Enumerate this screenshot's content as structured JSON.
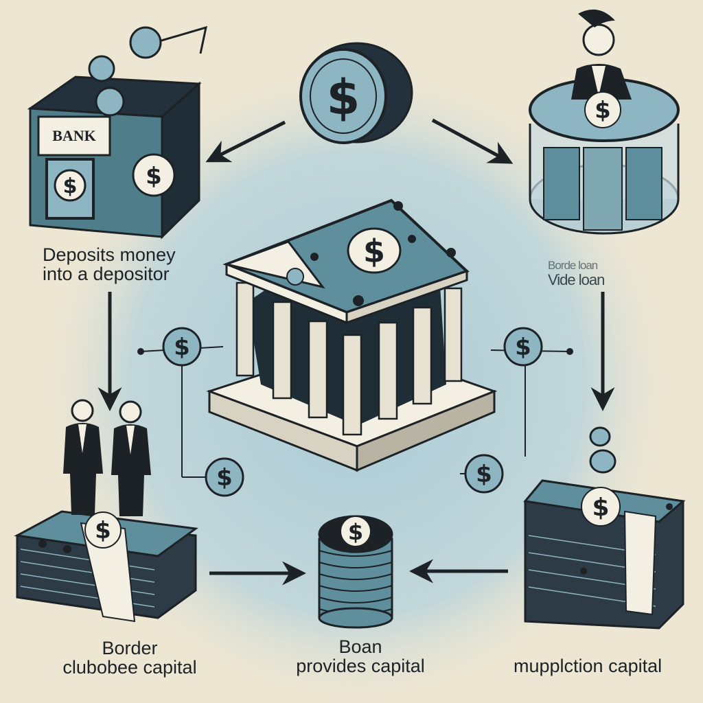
{
  "colors": {
    "background": "#ede6d3",
    "glow": "#a9cbd7",
    "ink": "#1c2226",
    "teal": "#5f8f9c",
    "teal_light": "#8db6c2",
    "paper": "#f3efe2",
    "navy": "#22313b"
  },
  "icons": [
    "bank-box-icon",
    "coin-icon",
    "money-jar-icon",
    "bank-building-icon",
    "cash-stack-icon",
    "coin-stack-icon",
    "businessman-icon",
    "arrow-icon"
  ],
  "nodes": {
    "bank_box": {
      "sign": "BANK"
    },
    "dollar_symbol": "$",
    "deposit_label": {
      "line1": "Deposits money",
      "line2": "into a depositor"
    },
    "loan_label": {
      "line1": "Borde loan",
      "line2": "Vide loan"
    },
    "border_label": {
      "line1": "Border",
      "line2": "clubobee capital"
    },
    "boan_label": {
      "line1": "Boan",
      "line2": "provides capital"
    },
    "muppl_label": {
      "line1": "mupplction capital"
    }
  }
}
